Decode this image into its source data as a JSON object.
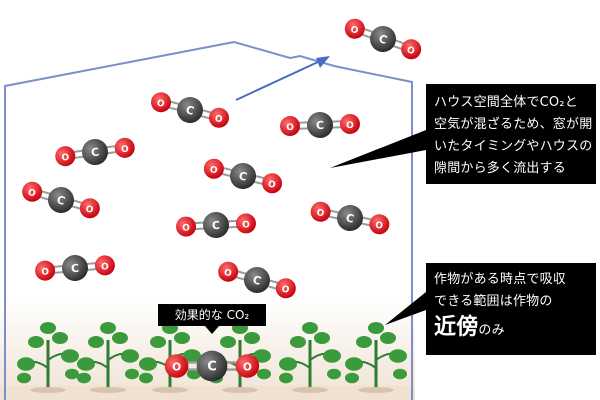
{
  "callout_air": {
    "lines": [
      "ハウス空間全体でCO₂と",
      "空気が混ざるため、窓が開",
      "いたタイミングやハウスの",
      "隙間から多く流出する"
    ]
  },
  "callout_crop": {
    "lines": [
      "作物がある時点で吸収",
      "できる範囲は作物の"
    ],
    "emphasis": "近傍",
    "suffix": "のみ"
  },
  "effective_label": "効果的な CO₂",
  "molecule_atom_letters": {
    "oxygen": "O",
    "carbon": "C"
  },
  "colors": {
    "house_outline": "#7b8fc9",
    "escape_arrow": "#4a6bc5",
    "oxygen": "#e0141b",
    "carbon": "#4a4a4a",
    "soil": "#f1e7db",
    "plant": "#3b9a3b",
    "callout_bg": "#000000"
  }
}
